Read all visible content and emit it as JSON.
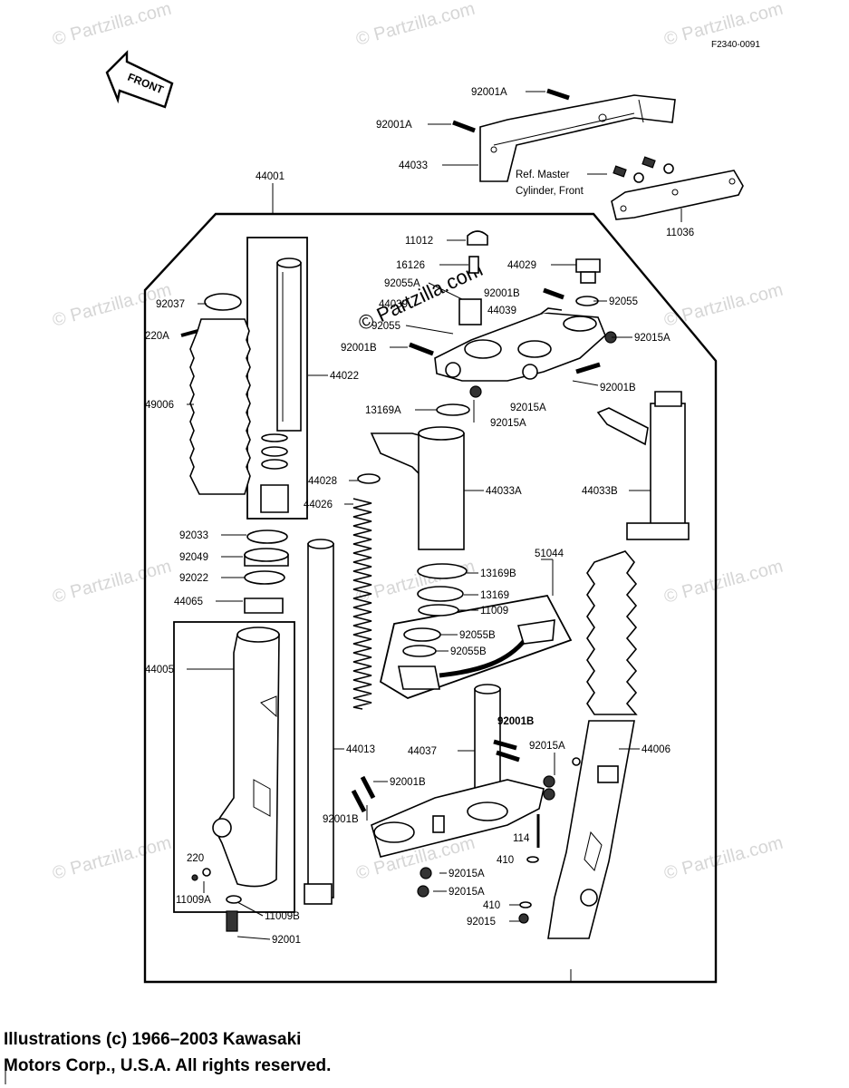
{
  "diagram_code": "F2340-0091",
  "front_arrow": "FRONT",
  "watermark": "© Partzilla.com",
  "copyright_line1": "Illustrations (c) 1966–2003 Kawasaki",
  "copyright_line2": "Motors Corp., U.S.A.  All rights reserved.",
  "ref_note_line1": "Ref.  Master",
  "ref_note_line2": "Cylinder, Front",
  "parts": {
    "p92001A_a": "92001A",
    "p92001A_b": "92001A",
    "p44033": "44033",
    "p11036": "11036",
    "p44001": "44001",
    "p11012": "11012",
    "p16126": "16126",
    "p92055A": "92055A",
    "p44029": "44029",
    "p44039_a": "44039",
    "p92001B_a": "92001B",
    "p92055_a": "92055",
    "p92055_b": "92055",
    "p44039_b": "44039",
    "p92001B_b": "92001B",
    "p92015A_a": "92015A",
    "p92015A_b": "92015A",
    "p92001B_c": "92001B",
    "p92015A_c": "92015A",
    "p13169A": "13169A",
    "p92037": "92037",
    "p220A": "220A",
    "p44022": "44022",
    "p49006": "49006",
    "p44028": "44028",
    "p44026": "44026",
    "p44033A": "44033A",
    "p44033B": "44033B",
    "p92033": "92033",
    "p92049": "92049",
    "p92022": "92022",
    "p44065": "44065",
    "p51044": "51044",
    "p13169B": "13169B",
    "p13169": "13169",
    "p11009": "11009",
    "p92055B_a": "92055B",
    "p92055B_b": "92055B",
    "p44005": "44005",
    "p44013": "44013",
    "p44037": "44037",
    "p92001B_d": "92001B",
    "p92015A_d": "92015A",
    "p44006": "44006",
    "p92001B_e": "92001B",
    "p92001B_f": "92001B",
    "p114": "114",
    "p410_a": "410",
    "p220": "220",
    "p11009A": "11009A",
    "p92015A_e": "92015A",
    "p92015A_f": "92015A",
    "p410_b": "410",
    "p92015": "92015",
    "p11009B": "11009B",
    "p92001": "92001"
  }
}
